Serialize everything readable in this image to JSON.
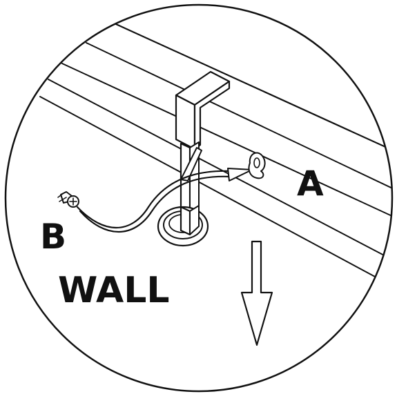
{
  "labels": {
    "point_a": "A",
    "point_b": "B",
    "wall": "WALL"
  },
  "colors": {
    "ink": "#111111",
    "paper": "#ffffff"
  },
  "icons": {
    "direction": "arrow-down-icon",
    "fastener": "screw-icon",
    "eyelet": "eyelet-icon"
  }
}
